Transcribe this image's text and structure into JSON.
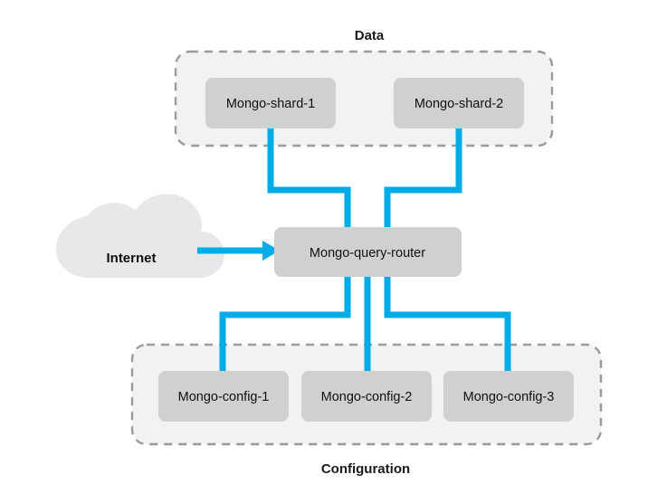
{
  "diagram": {
    "title_top": "Data",
    "title_bottom": "Configuration",
    "accent_color": "#00ace5",
    "node_fill": "#d0d0d0",
    "group_fill": "#f2f2f2",
    "group_border": "#9b9b9b",
    "cloud_fill": "#e8e8e8",
    "groups": [
      {
        "id": "data-group",
        "label": "Data",
        "label_position": "top",
        "nodes": [
          {
            "id": "mongo-shard-1",
            "label": "Mongo-shard-1"
          },
          {
            "id": "mongo-shard-2",
            "label": "Mongo-shard-2"
          }
        ]
      },
      {
        "id": "configuration-group",
        "label": "Configuration",
        "label_position": "bottom",
        "nodes": [
          {
            "id": "mongo-config-1",
            "label": "Mongo-config-1"
          },
          {
            "id": "mongo-config-2",
            "label": "Mongo-config-2"
          },
          {
            "id": "mongo-config-3",
            "label": "Mongo-config-3"
          }
        ]
      }
    ],
    "router": {
      "id": "mongo-query-router",
      "label": "Mongo-query-router"
    },
    "cloud": {
      "id": "internet-cloud",
      "label": "Internet"
    },
    "connections": [
      {
        "from": "internet-cloud",
        "to": "mongo-query-router",
        "arrow": true
      },
      {
        "from": "mongo-shard-1",
        "to": "mongo-query-router",
        "arrow": false
      },
      {
        "from": "mongo-shard-2",
        "to": "mongo-query-router",
        "arrow": false
      },
      {
        "from": "mongo-query-router",
        "to": "mongo-config-1",
        "arrow": false
      },
      {
        "from": "mongo-query-router",
        "to": "mongo-config-2",
        "arrow": false
      },
      {
        "from": "mongo-query-router",
        "to": "mongo-config-3",
        "arrow": false
      }
    ]
  }
}
